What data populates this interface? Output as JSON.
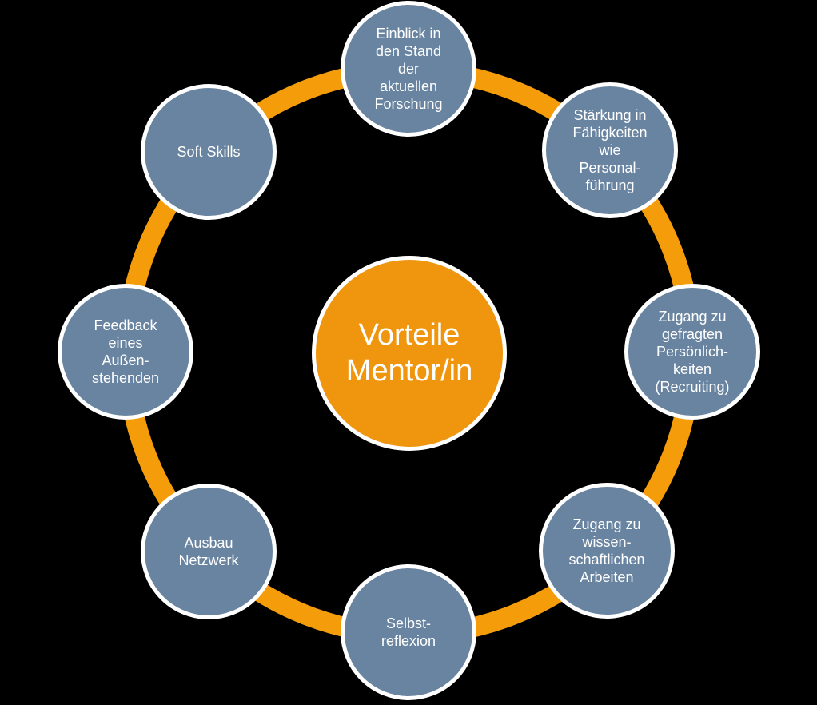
{
  "colors": {
    "background": "#000000",
    "ring_orange": "#F59C0B",
    "center_orange": "#F0960E",
    "node_blue": "#6984A0",
    "node_border": "#FFFFFF",
    "text": "#FFFFFF"
  },
  "diagram": {
    "center": {
      "label": "Vorteile Mentor/in",
      "lines": [
        "Vorteile",
        "Mentor/in"
      ]
    },
    "nodes": [
      {
        "label": "Einblick in den Stand der aktuellen Forschung",
        "lines": [
          "Einblick in",
          "den Stand",
          "der",
          "aktuellen",
          "Forschung"
        ]
      },
      {
        "label": "Stärkung in Fähigkeiten wie Personal-führung",
        "lines": [
          "Stärkung in",
          "Fähigkeiten",
          "wie",
          "Personal-",
          "führung"
        ]
      },
      {
        "label": "Zugang zu gefragten Persönlich-keiten (Recruiting)",
        "lines": [
          "Zugang zu",
          "gefragten",
          "Persönlich-",
          "keiten",
          "(Recruiting)"
        ]
      },
      {
        "label": "Zugang zu wissen-schaftlichen Arbeiten",
        "lines": [
          "Zugang zu",
          "wissen-",
          "schaftlichen",
          "Arbeiten"
        ]
      },
      {
        "label": "Selbst-reflexion",
        "lines": [
          "Selbst-",
          "reflexion"
        ]
      },
      {
        "label": "Ausbau Netzwerk",
        "lines": [
          "Ausbau",
          "Netzwerk"
        ]
      },
      {
        "label": "Feedback eines Außen-stehenden",
        "lines": [
          "Feedback",
          "eines",
          "Außen-",
          "stehenden"
        ]
      },
      {
        "label": "Soft Skills",
        "lines": [
          "Soft Skills"
        ]
      }
    ]
  }
}
